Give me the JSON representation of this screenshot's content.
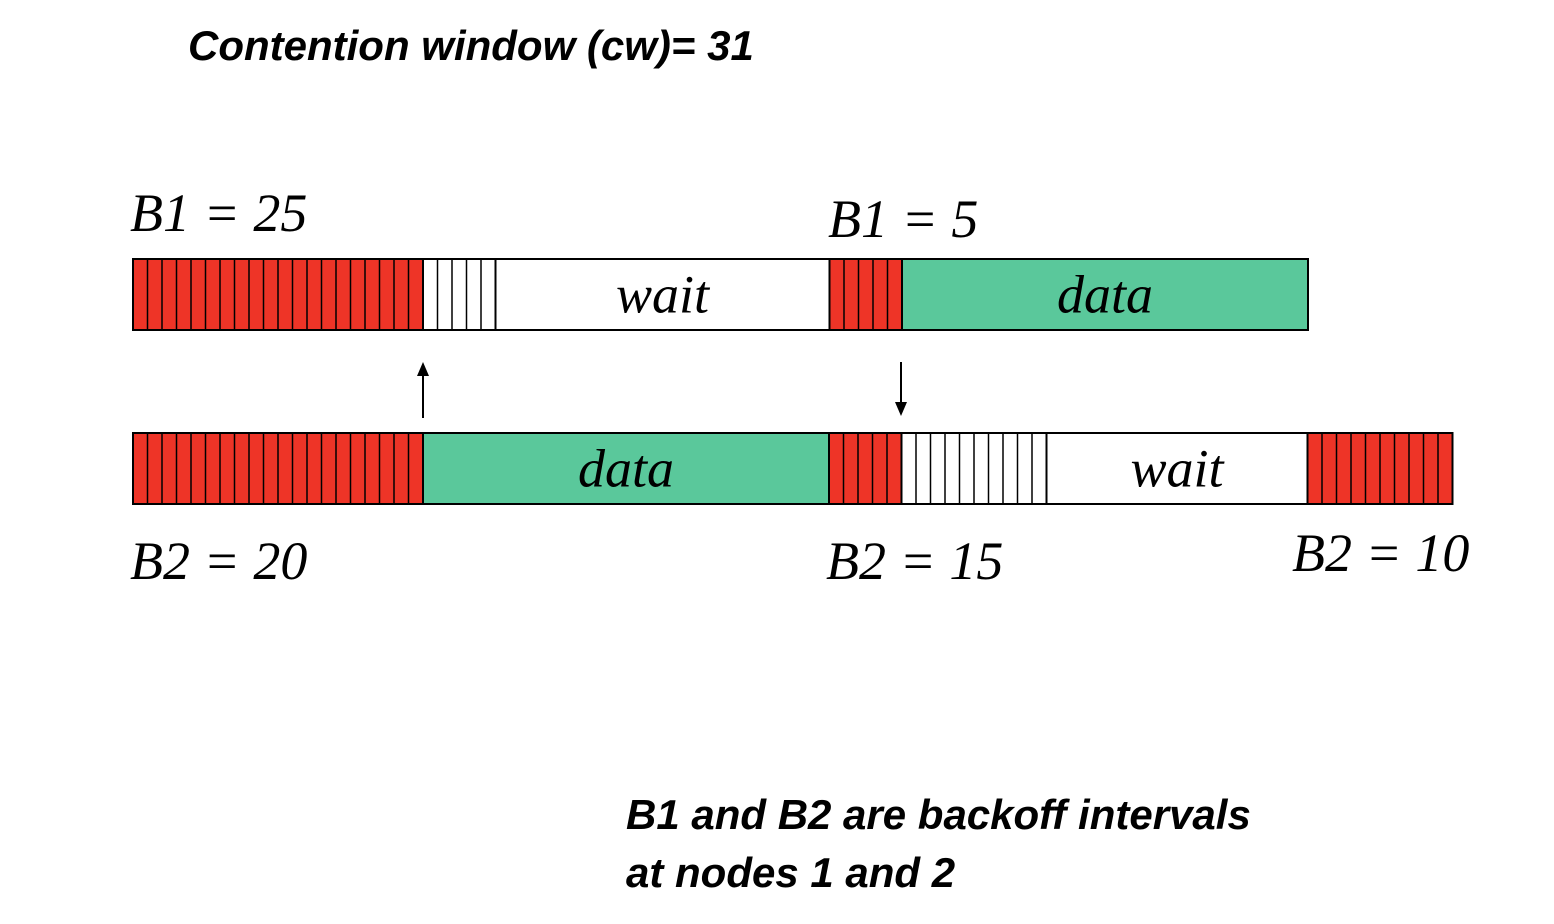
{
  "title": "Contention window (cw)= 31",
  "colors": {
    "backoff": "#ee3427",
    "data": "#5ac89b",
    "idle": "#ffffff",
    "outline": "#000000"
  },
  "labels": {
    "b1_first": "B1 = 25",
    "b1_second": "B1 = 5",
    "b2_first": "B2 = 20",
    "b2_second": "B2 = 15",
    "b2_third": "B2 = 10"
  },
  "node1": {
    "segments": [
      {
        "kind": "backoff",
        "slots": 20
      },
      {
        "kind": "idle",
        "slots": 5
      },
      {
        "kind": "wait",
        "text": "wait"
      },
      {
        "kind": "backoff",
        "slots": 5
      },
      {
        "kind": "data",
        "text": "data"
      }
    ]
  },
  "node2": {
    "segments": [
      {
        "kind": "backoff",
        "slots": 20
      },
      {
        "kind": "data",
        "text": "data"
      },
      {
        "kind": "backoff",
        "slots": 5
      },
      {
        "kind": "idle",
        "slots": 10
      },
      {
        "kind": "wait",
        "text": "wait"
      },
      {
        "kind": "backoff",
        "slots": 10
      }
    ]
  },
  "caption": {
    "line1": "B1 and B2 are backoff intervals",
    "line2": "at nodes 1 and 2"
  }
}
